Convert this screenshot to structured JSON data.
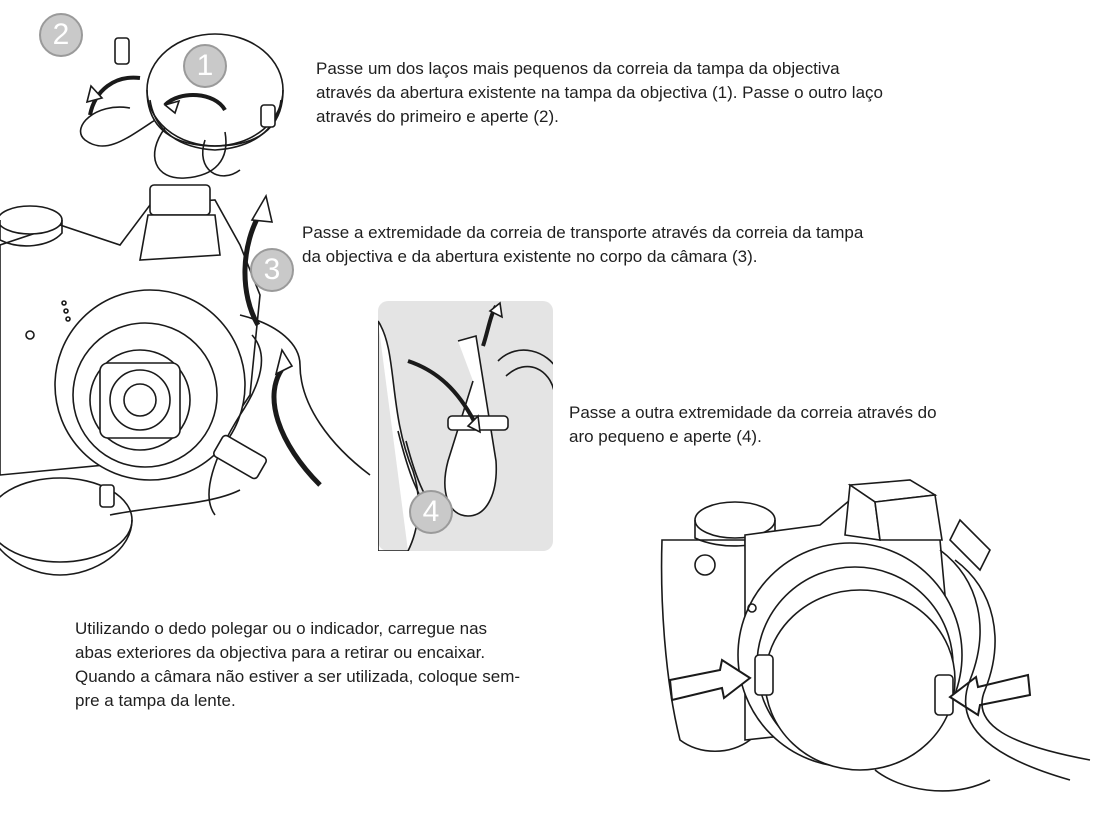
{
  "instructions": [
    {
      "id": "p1",
      "lines": [
        "Passe um dos laços mais pequenos da correia da tampa da objectiva",
        "através da abertura existente na tampa da objectiva (1). Passe o outro laço",
        "através do primeiro e aperte (2)."
      ]
    },
    {
      "id": "p2",
      "lines": [
        "Passe a extremidade da correia de transporte através da correia da tampa",
        "da objectiva e da abertura existente no corpo da câmara (3)."
      ]
    },
    {
      "id": "p3",
      "lines": [
        "Passe a outra extremidade da correia através do",
        "aro pequeno e aperte (4)."
      ]
    },
    {
      "id": "p4",
      "lines": [
        "Utilizando o dedo polegar ou o indicador, carregue nas",
        "abas exteriores da objectiva para a retirar ou encaixar.",
        "Quando a câmara não estiver a ser utilizada, coloque sem-",
        "pre a tampa da lente."
      ]
    }
  ],
  "step_badges": {
    "step1": "1",
    "step2": "2",
    "step3": "3",
    "step4": "4"
  },
  "colors": {
    "badge_fill": "#c9c9c9",
    "badge_border": "#9a9a9a",
    "inset_panel": "#e4e4e4",
    "line_art": "#1a1a1a"
  }
}
